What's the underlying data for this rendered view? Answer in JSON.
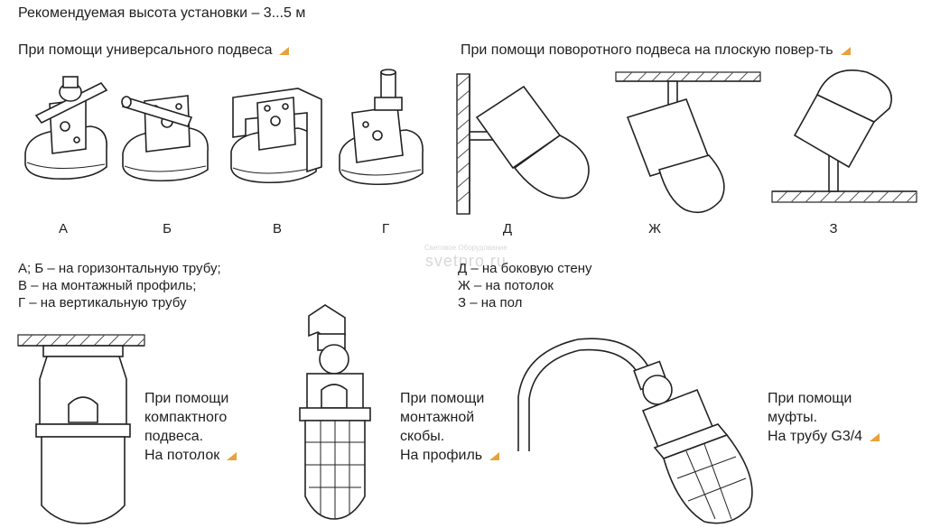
{
  "title": "Рекомендуемая высота установки – 3...5 м",
  "section_universal": "При помощи универсального подвеса",
  "section_swivel": "При помощи поворотного подвеса на плоскую повер-ть",
  "letters": [
    "А",
    "Б",
    "В",
    "Г",
    "Д",
    "Ж",
    "З"
  ],
  "desc_left": [
    "А; Б – на горизонтальную трубу;",
    "В – на монтажный профиль;",
    "Г – на вертикальную трубу"
  ],
  "desc_right": [
    "Д – на боковую стену",
    "Ж – на потолок",
    "З – на пол"
  ],
  "watermark": {
    "small": "Световое Оборудование",
    "big": "svetpro.ru"
  },
  "captions": {
    "compact": [
      "При помощи",
      "компактного",
      "подвеса.",
      "На потолок"
    ],
    "bracket": [
      "При помощи",
      "монтажной",
      "скобы.",
      "На профиль"
    ],
    "coupling": [
      "При помощи",
      "муфты.",
      "На трубу G3/4"
    ]
  },
  "colors": {
    "accent_arrow": "#e9a13b",
    "text": "#1f1f1f"
  }
}
